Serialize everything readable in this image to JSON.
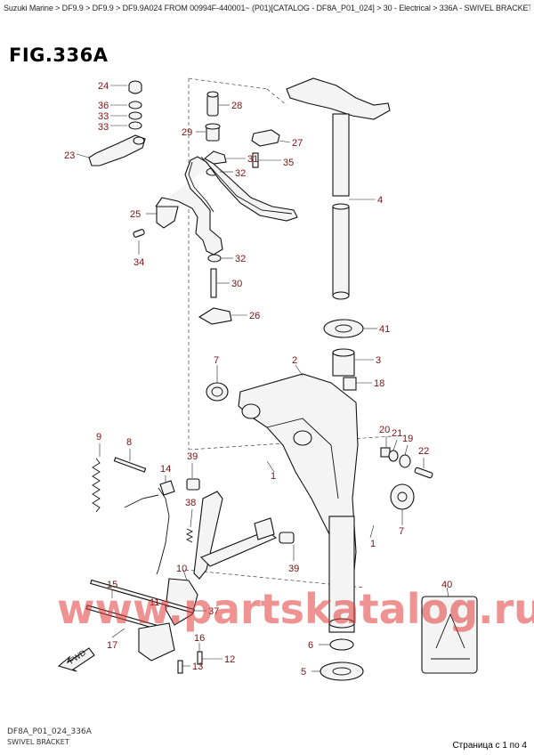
{
  "breadcrumb": "Suzuki Marine > DF9.9 > DF9.9 > DF9.9A024 FROM 00994F-440001~ (P01)[CATALOG - DF8A_P01_024] > 30 - Electrical > 336A - SWIVEL BRACKET (DF8A,DF9.9A)",
  "figure_title": "FIG.336A",
  "footer_code": "DF8A_P01_024_336A",
  "footer_name": "SWIVEL BRACKET",
  "page_count": "Страница с 1 по 4",
  "watermark": "www.partskatalog.ru",
  "fwd_label": "FWD",
  "callouts": [
    "24",
    "36",
    "33",
    "33",
    "23",
    "28",
    "29",
    "27",
    "31",
    "35",
    "32",
    "25",
    "34",
    "4",
    "32",
    "30",
    "26",
    "41",
    "3",
    "2",
    "7",
    "18",
    "9",
    "8",
    "20",
    "21",
    "19",
    "22",
    "14",
    "39",
    "1",
    "38",
    "10",
    "11",
    "15",
    "17",
    "37",
    "16",
    "13",
    "12",
    "39",
    "1",
    "7",
    "40",
    "6",
    "5"
  ],
  "colors": {
    "callout_text": "#7a1010",
    "watermark": "#e23a3a",
    "line": "#111111"
  }
}
